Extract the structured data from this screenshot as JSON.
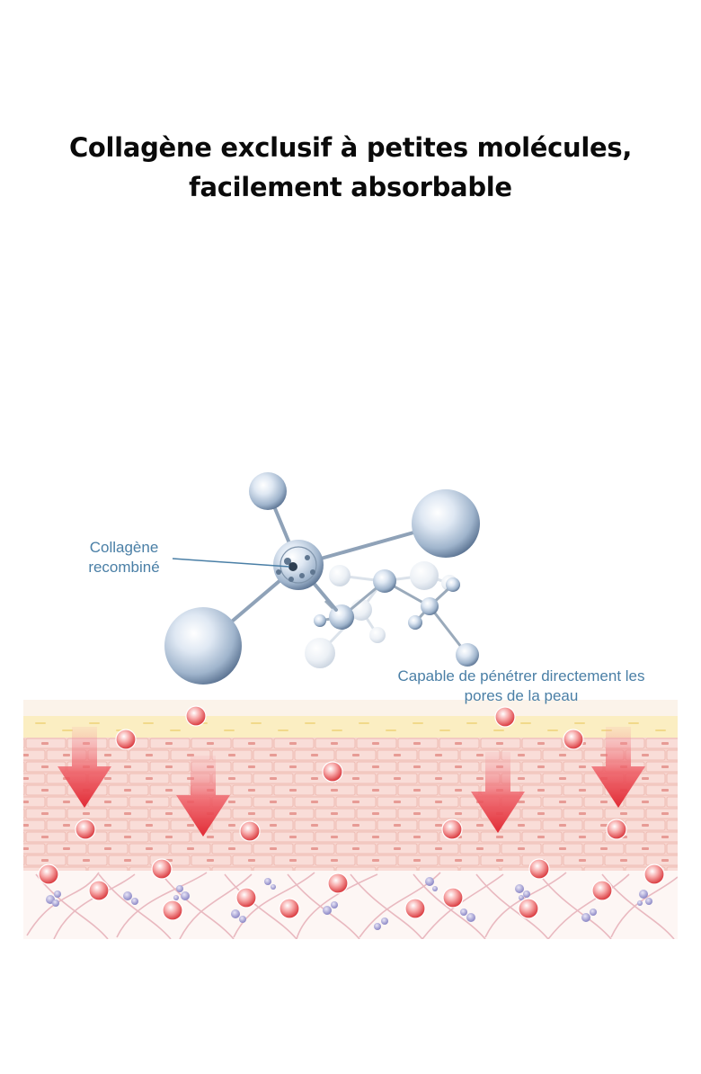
{
  "headline": {
    "line1": "Collagène exclusif à petites molécules,",
    "line2": "facilement absorbable"
  },
  "labels": {
    "collagen_line1": "Collagène",
    "collagen_line2": "recombiné",
    "pores_line1": "Capable de pénétrer directement les",
    "pores_line2": "pores de la peau"
  },
  "colors": {
    "label_text": "#4a7fa6",
    "skin_pink": "#f7d2cc",
    "epidermis_yellow": "#fbeec2",
    "arrow_red": "#e0303a",
    "molecule_blue": "#8fa9c6"
  }
}
